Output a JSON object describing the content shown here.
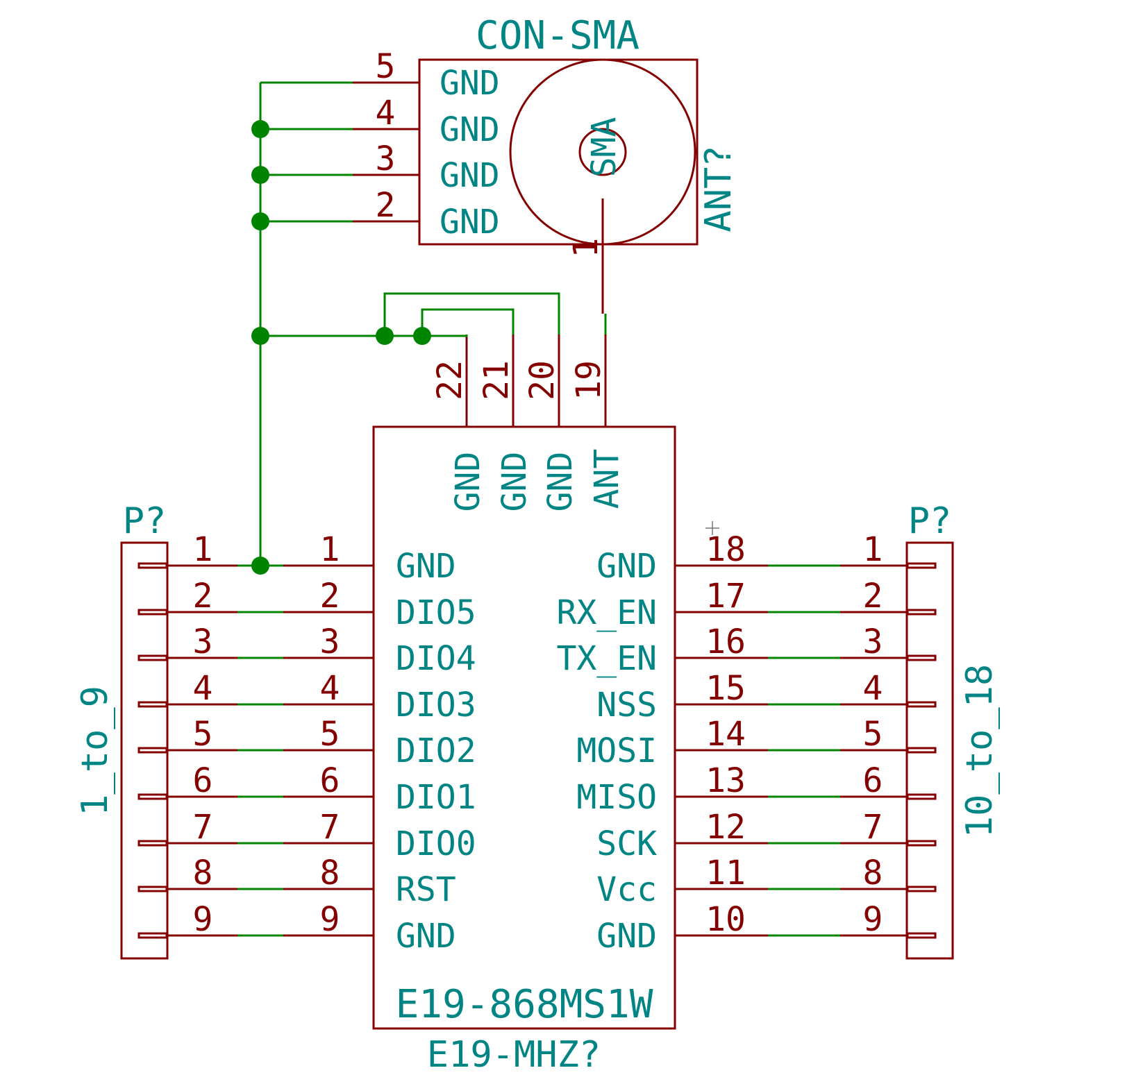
{
  "connector_sma": {
    "value": "CON-SMA",
    "reference": "ANT?",
    "center_label": "SMA",
    "signal_pin": "1",
    "pins": [
      {
        "num": "5",
        "name": "GND"
      },
      {
        "num": "4",
        "name": "GND"
      },
      {
        "num": "3",
        "name": "GND"
      },
      {
        "num": "2",
        "name": "GND"
      }
    ]
  },
  "module": {
    "value": "E19-868MS1W",
    "reference": "E19-MHZ?",
    "top_pins": [
      {
        "num": "22",
        "name": "GND"
      },
      {
        "num": "21",
        "name": "GND"
      },
      {
        "num": "20",
        "name": "GND"
      },
      {
        "num": "19",
        "name": "ANT"
      }
    ],
    "left_pins": [
      {
        "num": "1",
        "name": "GND"
      },
      {
        "num": "2",
        "name": "DIO5"
      },
      {
        "num": "3",
        "name": "DIO4"
      },
      {
        "num": "4",
        "name": "DIO3"
      },
      {
        "num": "5",
        "name": "DIO2"
      },
      {
        "num": "6",
        "name": "DIO1"
      },
      {
        "num": "7",
        "name": "DIO0"
      },
      {
        "num": "8",
        "name": "RST"
      },
      {
        "num": "9",
        "name": "GND"
      }
    ],
    "right_pins": [
      {
        "num": "18",
        "name": "GND"
      },
      {
        "num": "17",
        "name": "RX_EN"
      },
      {
        "num": "16",
        "name": "TX_EN"
      },
      {
        "num": "15",
        "name": "NSS"
      },
      {
        "num": "14",
        "name": "MOSI"
      },
      {
        "num": "13",
        "name": "MISO"
      },
      {
        "num": "12",
        "name": "SCK"
      },
      {
        "num": "11",
        "name": "Vcc"
      },
      {
        "num": "10",
        "name": "GND"
      }
    ]
  },
  "header_left": {
    "reference": "P?",
    "value": "1_to_9",
    "pins": [
      "1",
      "2",
      "3",
      "4",
      "5",
      "6",
      "7",
      "8",
      "9"
    ]
  },
  "header_right": {
    "reference": "P?",
    "value": "10_to_18",
    "pins": [
      "1",
      "2",
      "3",
      "4",
      "5",
      "6",
      "7",
      "8",
      "9"
    ]
  },
  "colors": {
    "component": "#840000",
    "wire": "#008400",
    "label": "#008484",
    "background": "#ffffff"
  }
}
